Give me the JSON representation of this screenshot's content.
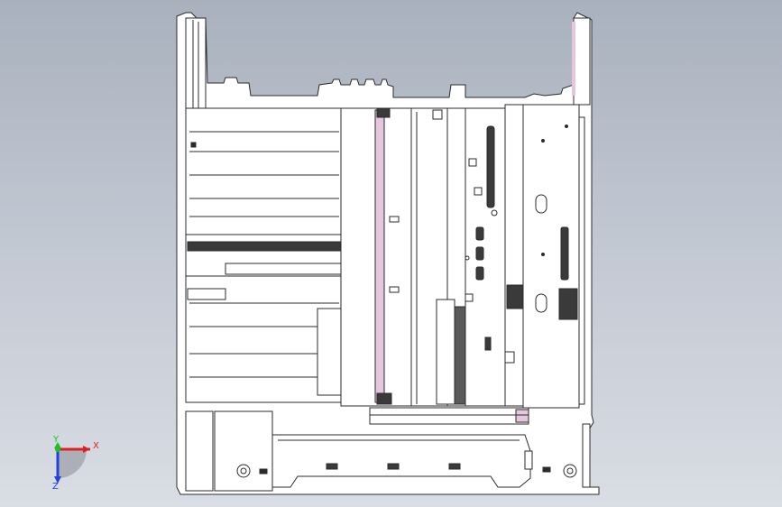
{
  "viewport": {
    "background_top": "#a9b1be",
    "background_bottom": "#d9dde4"
  },
  "model": {
    "line_color": "#2b2b2b",
    "fill_color": "#ffffff",
    "accent_color": "#e6c6de",
    "dark_fill": "#3a3a3a",
    "shade_fill": "#cfcfcf"
  },
  "triad": {
    "x_label": "X",
    "y_label": "Y",
    "z_label": "Z",
    "x_color": "#e02020",
    "y_color": "#20c020",
    "z_color": "#2040e0",
    "icons": [
      "x-axis-arrow-icon",
      "y-axis-arrow-icon",
      "z-axis-arrow-icon"
    ]
  }
}
